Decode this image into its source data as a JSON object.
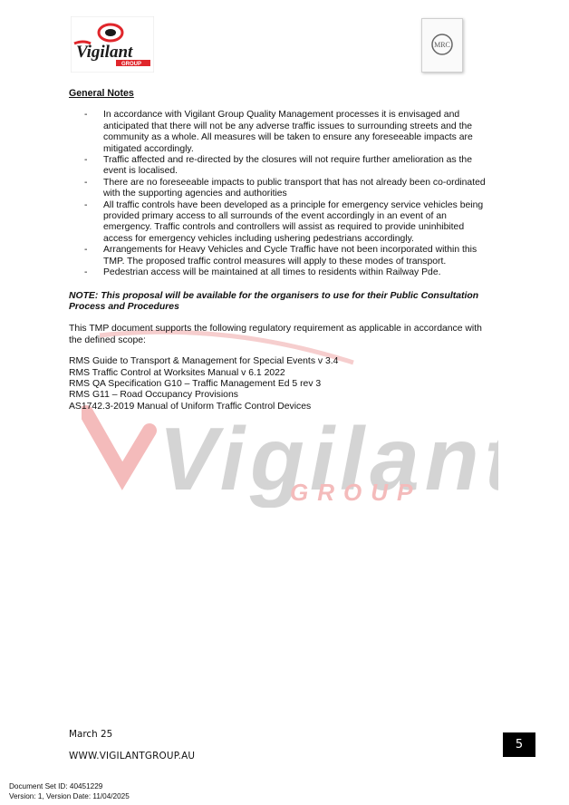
{
  "header": {
    "logo_left": {
      "text": "Vigilant",
      "subtext": "GROUP"
    },
    "logo_right": {
      "text": "MRC"
    }
  },
  "watermark": {
    "text": "Vigilant",
    "subtext": "GROUP"
  },
  "general_notes": {
    "heading": "General Notes",
    "items": [
      {
        "dash": "-",
        "text": "In accordance with Vigilant Group Quality Management processes it is envisaged and anticipated that there will not be any adverse traffic issues to surrounding streets and the community as a whole. All measures will be taken to ensure any foreseeable impacts are mitigated accordingly."
      },
      {
        "dash": "-",
        "text": "Traffic affected and re-directed by the closures will not require further amelioration as the event is localised."
      },
      {
        "dash": "-",
        "text": "There are no foreseeable impacts to public transport that has not already been co-ordinated with the supporting agencies and authorities"
      },
      {
        "dash": "-",
        "text": "All traffic controls have been developed as a principle for emergency service vehicles being provided primary access to all surrounds of the event accordingly in an event of an emergency. Traffic controls and controllers will assist as required to provide uninhibited access for emergency vehicles including ushering pedestrians accordingly."
      },
      {
        "dash": "-",
        "text": "Arrangements for Heavy Vehicles and Cycle Traffic have not been incorporated within this TMP. The proposed traffic control measures will apply to these modes of transport."
      },
      {
        "dash": "-",
        "text": "Pedestrian access will be maintained at all times to residents within Railway Pde."
      }
    ]
  },
  "note": "NOTE: This proposal will be available for the organisers to use for their Public Consultation Process and Procedures",
  "paragraph": "This TMP document supports the following regulatory requirement as applicable in accordance with the defined scope:",
  "requirements": [
    "RMS Guide to Transport & Management for Special Events v 3.4",
    "RMS Traffic Control at Worksites Manual v 6.1 2022",
    "RMS QA Specification G10 – Traffic Management Ed 5 rev 3",
    "RMS G11 – Road Occupancy Provisions",
    "AS1742.3-2019 Manual of Uniform Traffic Control Devices"
  ],
  "footer": {
    "date": "March 25",
    "url": "WWW.VIGILANTGROUP.AU",
    "page_number": "5",
    "doc_set_id": "Document Set ID: 40451229",
    "version": "Version: 1, Version Date: 11/04/2025"
  },
  "colors": {
    "brand_red": "#e0262b",
    "brand_dark": "#1a1a1a",
    "watermark_grey": "#c8c8c8",
    "watermark_red": "#f3b4b4"
  }
}
